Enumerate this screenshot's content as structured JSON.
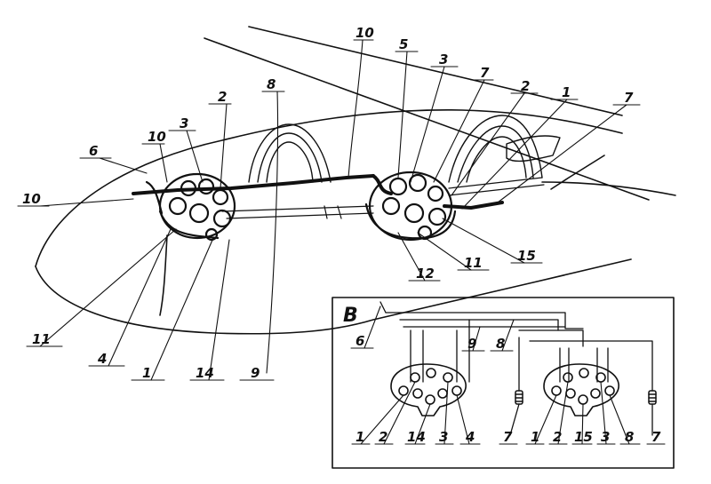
{
  "callouts": {
    "c10_top": "10",
    "c5": "5",
    "c3_top": "3",
    "c7_top": "7",
    "c2_right": "2",
    "c1_right": "1",
    "c7_right": "7",
    "c8": "8",
    "c2_left": "2",
    "c3_left": "3",
    "c10_left_upper": "10",
    "c6": "6",
    "c10_left": "10",
    "c11_left": "11",
    "c4": "4",
    "c1_bottom": "1",
    "c14": "14",
    "c9": "9",
    "c12": "12",
    "c11_right": "11",
    "c15": "15"
  },
  "inset": {
    "title": "B",
    "labels": {
      "l6": "6",
      "l9": "9",
      "l8": "8",
      "b1": "1",
      "b2": "2",
      "b14": "14",
      "b3": "3",
      "b4": "4",
      "b7a": "7",
      "b1b": "1",
      "b2b": "2",
      "b15": "15",
      "b3b": "3",
      "b8": "8",
      "b7b": "7"
    }
  }
}
